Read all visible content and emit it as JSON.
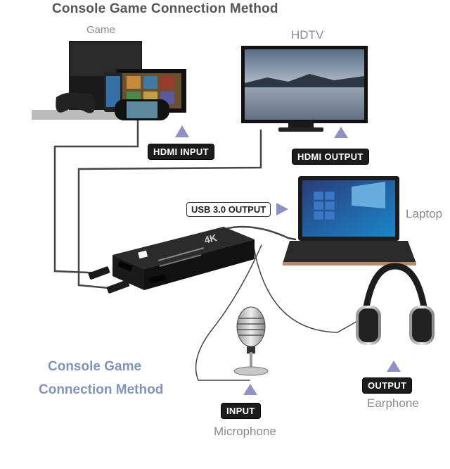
{
  "title": "Console Game Connection Method",
  "side_title_line1": "Console Game",
  "side_title_line2": "Connection Method",
  "devices": {
    "game": "Game",
    "hdtv": "HDTV",
    "laptop": "Laptop",
    "microphone": "Microphone",
    "earphone": "Earphone"
  },
  "labels": {
    "hdmi_input": "HDMI INPUT",
    "hdmi_output": "HDMI OUTPUT",
    "usb_output": "USB 3.0 OUTPUT",
    "input": "INPUT",
    "output": "OUTPUT"
  },
  "device_badge": "4K",
  "colors": {
    "pill": "#1c1c1c",
    "arrow": "#8d92c4",
    "side_title": "#7f94b8"
  }
}
